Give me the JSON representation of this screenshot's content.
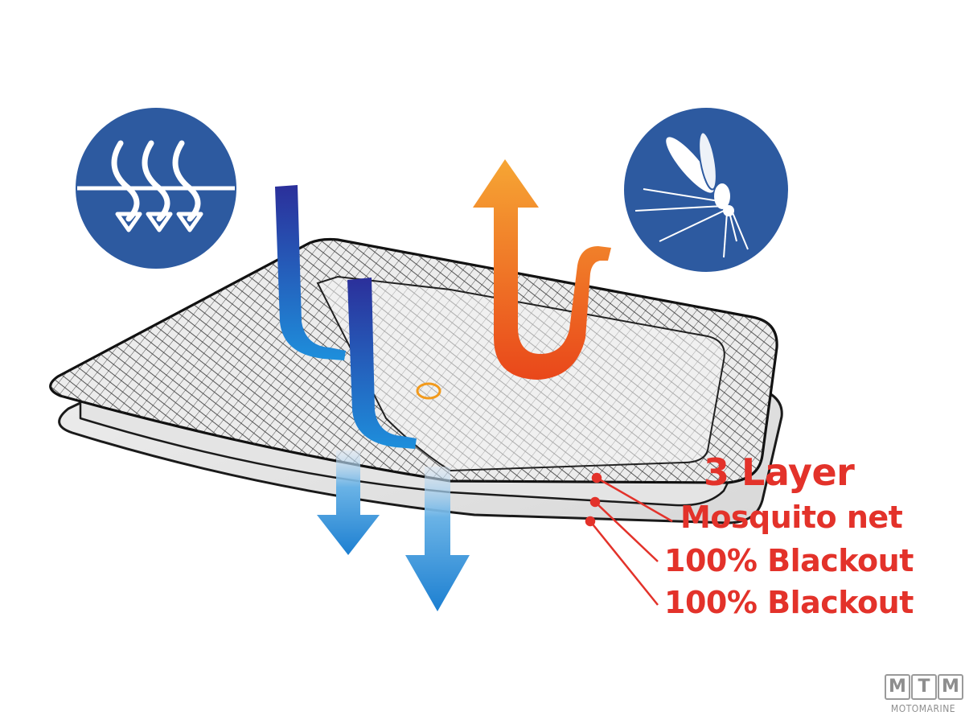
{
  "labels": {
    "title": "3 Layer",
    "layers": [
      "Mosquito net",
      "100% Blackout",
      "100% Blackout"
    ]
  },
  "icons": {
    "left": "air-flow-icon",
    "right": "mosquito-icon"
  },
  "logo": {
    "letters": [
      "M",
      "T",
      "M"
    ],
    "name": "MOTOMARINE"
  },
  "colors": {
    "label_red": "#e3322a",
    "icon_blue": "#2d5aa0",
    "cool_arrow_top": "#2b2f9a",
    "cool_arrow_bottom": "#1e8fdc",
    "warm_arrow_top": "#f5a12c",
    "warm_arrow_bottom": "#ea4a1a"
  }
}
